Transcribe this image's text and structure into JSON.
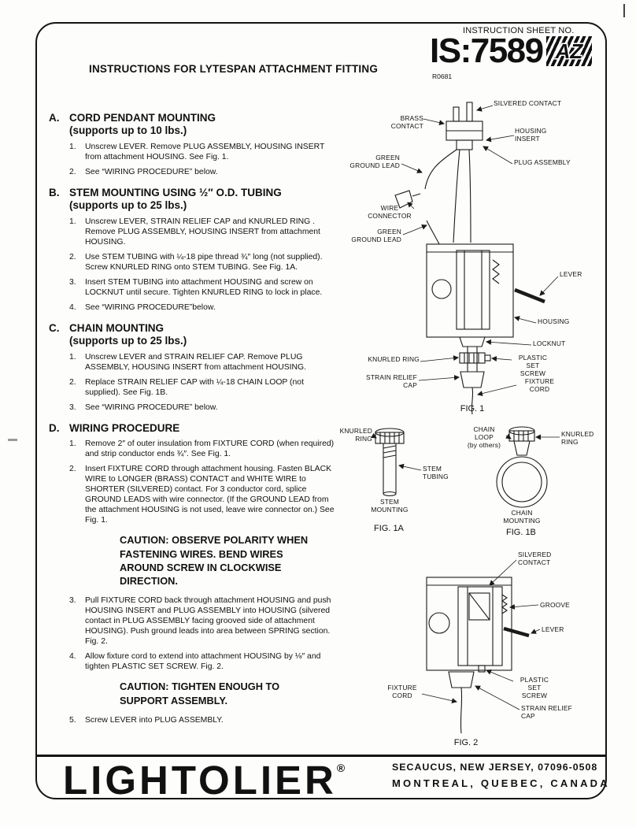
{
  "colors": {
    "ink": "#111111",
    "paper": "#fdfdfb"
  },
  "header": {
    "sheet_label": "INSTRUCTION SHEET NO.",
    "sheet_number": "IS:7589",
    "logo_text": "AZ",
    "revision": "R0681",
    "title": "INSTRUCTIONS FOR LYTESPAN ATTACHMENT FITTING"
  },
  "sections": [
    {
      "letter": "A.",
      "title": "CORD PENDANT MOUNTING",
      "subtitle": "(supports up to 10 lbs.)",
      "steps": [
        {
          "num": "1.",
          "text": "Unscrew LEVER. Remove PLUG ASSEMBLY, HOUSING INSERT from attachment HOUSING.  See Fig. 1."
        },
        {
          "num": "2.",
          "text": "See “WIRING PROCEDURE” below."
        }
      ]
    },
    {
      "letter": "B.",
      "title": "STEM MOUNTING USING ½″ O.D. TUBING",
      "subtitle": "(supports up to 25 lbs.)",
      "steps": [
        {
          "num": "1.",
          "text": "Unscrew LEVER, STRAIN RELIEF CAP and KNURLED RING . Remove PLUG ASSEMBLY, HOUSING INSERT from attachment HOUSING."
        },
        {
          "num": "2.",
          "text": "Use STEM TUBING with ¼-18 pipe thread ¾″ long (not supplied).  Screw KNURLED RING onto STEM TUBING.  See Fig. 1A."
        },
        {
          "num": "3.",
          "text": "Insert STEM TUBING into attachment HOUSING and screw on LOCKNUT until secure. Tighten KNURLED RING to lock in place."
        },
        {
          "num": "4.",
          "text": "See “WIRING PROCEDURE”below."
        }
      ]
    },
    {
      "letter": "C.",
      "title": "CHAIN MOUNTING",
      "subtitle": "(supports up to 25 lbs.)",
      "steps": [
        {
          "num": "1.",
          "text": "Unscrew LEVER and STRAIN RELIEF CAP. Remove PLUG ASSEMBLY, HOUSING INSERT from attachment HOUSING."
        },
        {
          "num": "2.",
          "text": "Replace STRAIN RELIEF CAP with ¼-18 CHAIN LOOP (not supplied).  See Fig. 1B."
        },
        {
          "num": "3.",
          "text": "See “WIRING PROCEDURE” below."
        }
      ]
    },
    {
      "letter": "D.",
      "title": "WIRING PROCEDURE",
      "subtitle": "",
      "steps": [
        {
          "num": "1.",
          "text": "Remove 2″ of outer insulation from FIXTURE CORD (when required) and strip conductor ends ¾″. See Fig. 1."
        },
        {
          "num": "2.",
          "text": "Insert FIXTURE CORD through attachment housing. Fasten BLACK WIRE to LONGER (BRASS) CONTACT and WHITE WIRE to SHORTER (SILVERED) contact.  For 3 conductor cord, splice GROUND LEADS with wire connector. (If the GROUND LEAD from the attachment HOUSING is not used, leave wire connector on.) See Fig. 1."
        },
        {
          "num": "3.",
          "text": "Pull FIXTURE CORD back through attachment HOUSING and push HOUSING INSERT and PLUG ASSEMBLY into HOUSING (silvered contact in PLUG ASSEMBLY facing grooved side of attachment HOUSING).  Push ground leads into area between SPRING section.  Fig. 2."
        },
        {
          "num": "4.",
          "text": "Allow fixture cord to extend into attachment HOUSING by ⅛″ and tighten PLASTIC SET SCREW. Fig. 2."
        },
        {
          "num": "5.",
          "text": "Screw LEVER into PLUG ASSEMBLY."
        }
      ],
      "cautions": [
        "CAUTION: OBSERVE POLARITY WHEN FASTENING WIRES. BEND WIRES AROUND SCREW IN CLOCKWISE DIRECTION.",
        "CAUTION: TIGHTEN ENOUGH TO SUPPORT ASSEMBLY."
      ]
    }
  ],
  "figures": {
    "fig1": {
      "caption": "FIG. 1",
      "labels": {
        "silvered_contact": "SILVERED CONTACT",
        "brass_contact": "BRASS CONTACT",
        "housing_insert": "HOUSING INSERT",
        "plug_assembly": "PLUG ASSEMBLY",
        "green_ground_lead_top": "GREEN GROUND LEAD",
        "wire_connector": "WIRE CONNECTOR",
        "green_ground_lead_bottom": "GREEN GROUND LEAD",
        "lever": "LEVER",
        "housing": "HOUSING",
        "locknut": "LOCKNUT",
        "knurled_ring": "KNURLED RING",
        "plastic_set_screw": "PLASTIC SET SCREW",
        "strain_relief_cap": "STRAIN RELIEF CAP",
        "fixture_cord": "FIXTURE CORD"
      }
    },
    "fig1a": {
      "caption": "FIG. 1A",
      "labels": {
        "knurled_ring": "KNURLED RING",
        "stem_tubing": "STEM TUBING",
        "stem_mounting": "STEM MOUNTING"
      }
    },
    "fig1b": {
      "caption": "FIG. 1B",
      "labels": {
        "chain_loop": "CHAIN LOOP",
        "chain_loop_note": "(by others)",
        "knurled_ring": "KNURLED RING",
        "chain_mounting": "CHAIN MOUNTING"
      }
    },
    "fig2": {
      "caption": "FIG. 2",
      "labels": {
        "silvered_contact": "SILVERED CONTACT",
        "groove": "GROOVE",
        "lever": "LEVER",
        "plastic_set_screw": "PLASTIC SET SCREW",
        "fixture_cord": "FIXTURE CORD",
        "strain_relief_cap": "STRAIN RELIEF CAP"
      }
    }
  },
  "footer": {
    "brand": "LIGHTOLIER",
    "registered": "®",
    "address_line1": "SECAUCUS, NEW JERSEY, 07096-0508",
    "address_line2": "MONTREAL, QUEBEC, CANADA"
  }
}
